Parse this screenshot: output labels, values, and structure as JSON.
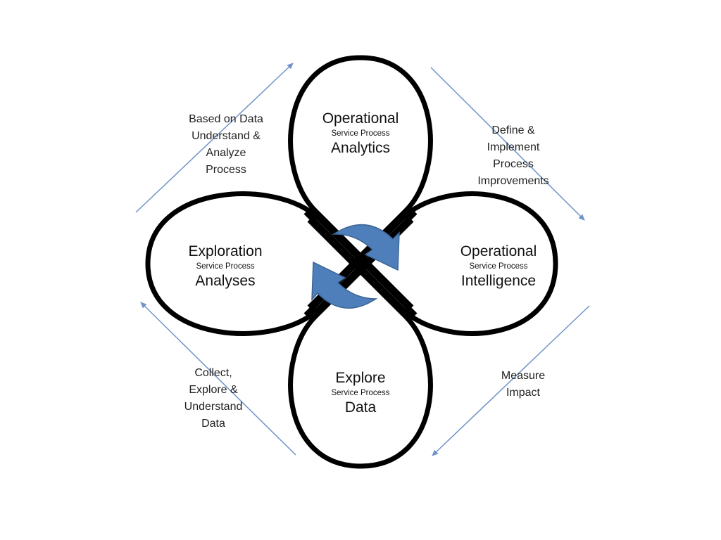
{
  "petals": {
    "top": {
      "title": "Operational",
      "subtitle": "Service Process",
      "name": "Analytics"
    },
    "right": {
      "title": "Operational",
      "subtitle": "Service Process",
      "name": "Intelligence"
    },
    "bottom": {
      "title": "Explore",
      "subtitle": "Service Process",
      "name": "Data"
    },
    "left": {
      "title": "Exploration",
      "subtitle": "Service Process",
      "name": "Analyses"
    }
  },
  "transitions": {
    "top_left": [
      "Based on Data",
      "Understand &",
      "Analyze",
      "Process"
    ],
    "top_right": [
      "Define &",
      "Implement",
      "Process",
      "Improvements"
    ],
    "bottom_right": [
      "Measure",
      "Impact"
    ],
    "bottom_left": [
      "Collect,",
      "Explore &",
      "Understand",
      "Data"
    ]
  },
  "colors": {
    "outline": "#000000",
    "arrow": "#6f93c8",
    "cycle_fill": "#4f7fba",
    "cycle_stroke": "#3a6495"
  },
  "icons": {
    "center": "cycle-arrows-icon"
  }
}
